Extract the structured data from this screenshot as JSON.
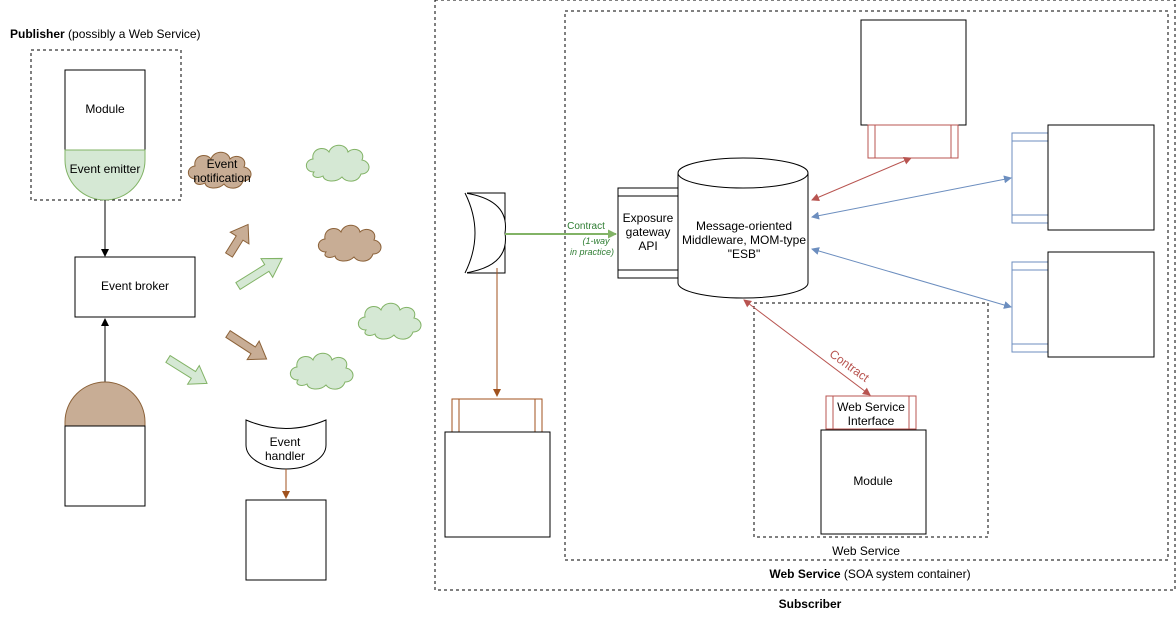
{
  "publisher": {
    "title": "Publisher",
    "subtitle": "(possibly a Web Service)",
    "module_label": "Module",
    "emitter_label": "Event emitter"
  },
  "broker": {
    "label": "Event broker"
  },
  "notification": {
    "line1": "Event",
    "line2": "notification"
  },
  "handler": {
    "line1": "Event",
    "line2": "handler"
  },
  "subscriber": {
    "title": "Subscriber",
    "container_bold": "Web Service",
    "container_rest": "(SOA system container)",
    "inner_label": "Web Service"
  },
  "contract_link": {
    "label": "Contract",
    "note1": "(1-way",
    "note2": "in practice)"
  },
  "gateway": {
    "line1": "Exposure",
    "line2": "gateway",
    "line3": "API"
  },
  "esb": {
    "line1": "Message-oriented",
    "line2": "Middleware, MOM-type",
    "line3": "\"ESB\""
  },
  "ws_box": {
    "contract_label": "Contract",
    "interface_line1": "Web Service",
    "interface_line2": "Interface",
    "module_label": "Module"
  },
  "colors": {
    "green_fill": "#d5e8d4",
    "green_stroke": "#82b366",
    "brown_fill": "#c8ad95",
    "brown_stroke": "#8c6239",
    "red": "#b85450",
    "blue": "#6c8ebf",
    "orange": "#a0521e"
  }
}
